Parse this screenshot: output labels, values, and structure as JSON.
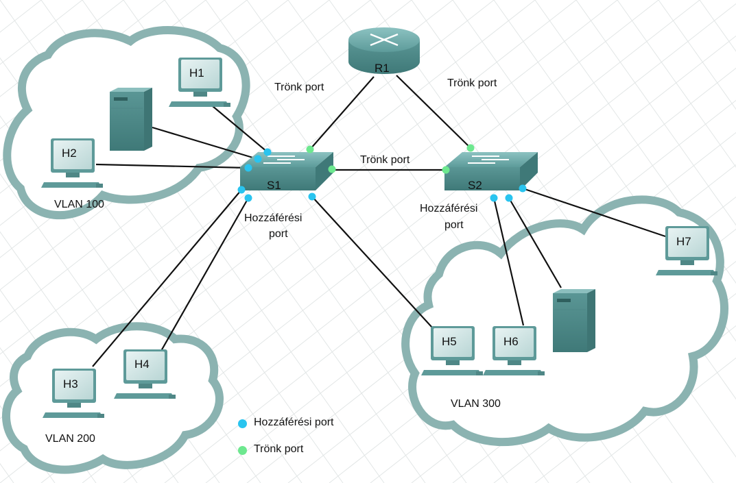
{
  "colors": {
    "access_port": "#29c4ef",
    "trunk_port": "#6de88f",
    "device_teal": "#5f9ea0",
    "cloud_stroke": "#7eaaa8"
  },
  "devices": {
    "router": "R1",
    "switch1": "S1",
    "switch2": "S2",
    "h1": "H1",
    "h2": "H2",
    "h3": "H3",
    "h4": "H4",
    "h5": "H5",
    "h6": "H6",
    "h7": "H7"
  },
  "vlans": {
    "vlan100": "VLAN 100",
    "vlan200": "VLAN 200",
    "vlan300": "VLAN 300"
  },
  "links": {
    "trunk_r1_s1": "Trönk port",
    "trunk_r1_s2": "Trönk port",
    "trunk_s1_s2": "Trönk port",
    "s1_access_line1": "Hozzáférési",
    "s1_access_line2": "port",
    "s2_access_line1": "Hozzáférési",
    "s2_access_line2": "port"
  },
  "legend": {
    "access": "Hozzáférési port",
    "trunk": "Trönk port"
  }
}
